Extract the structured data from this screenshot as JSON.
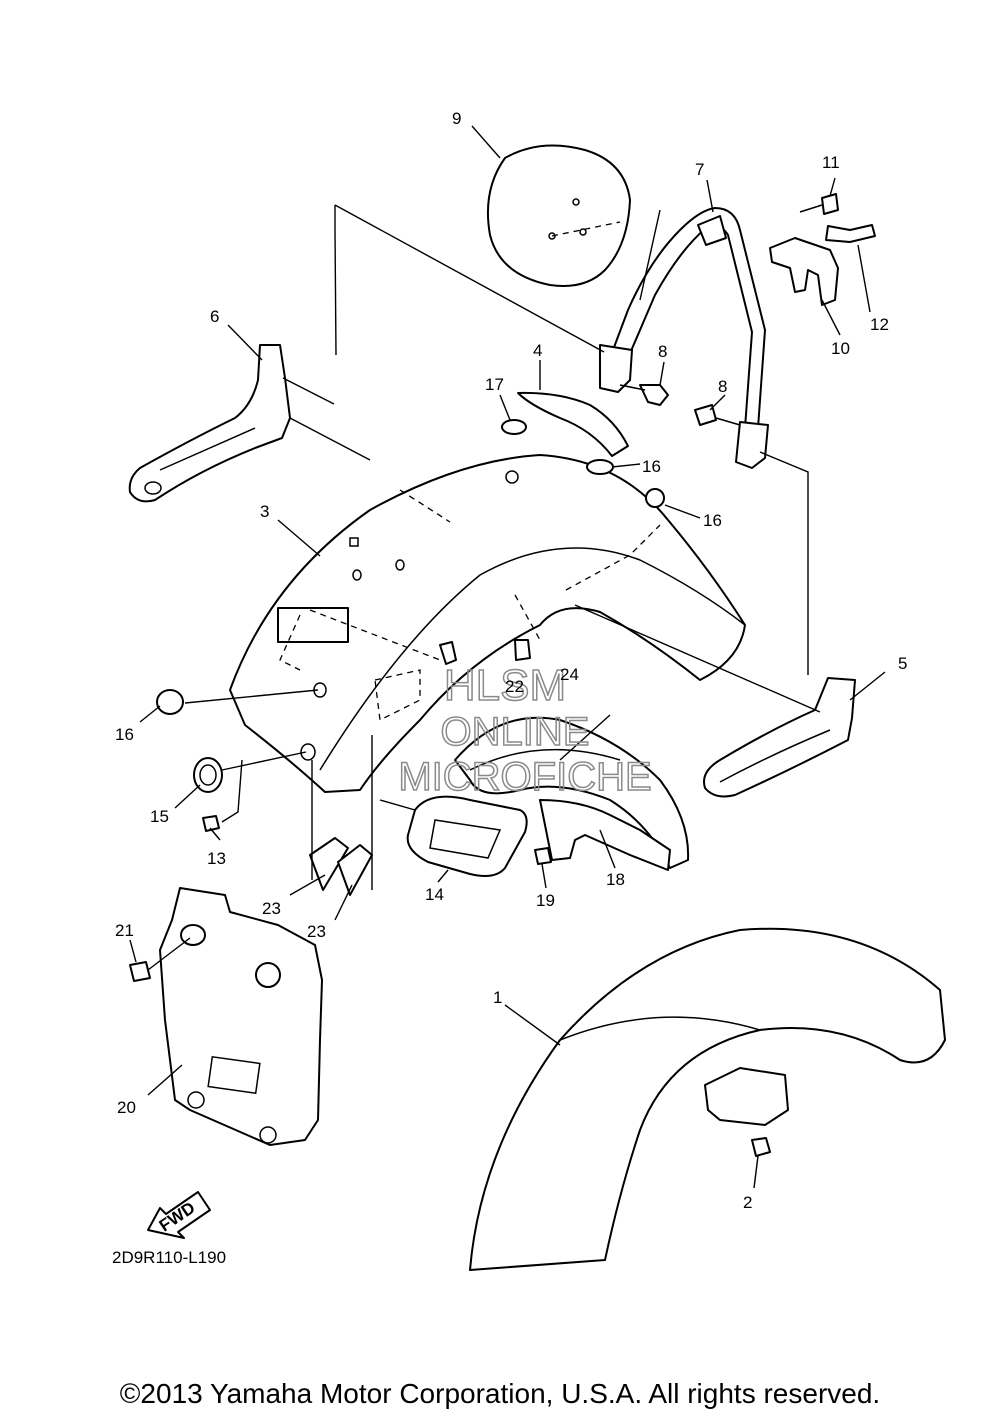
{
  "callouts": [
    "1",
    "2",
    "3",
    "4",
    "5",
    "6",
    "7",
    "8",
    "8",
    "9",
    "10",
    "11",
    "12",
    "13",
    "14",
    "15",
    "16",
    "16",
    "16",
    "17",
    "18",
    "19",
    "20",
    "21",
    "22",
    "23",
    "23",
    "24"
  ],
  "watermark": {
    "line1": "HLSM",
    "line2": "ONLINE",
    "line3": "MICROFICHE"
  },
  "fwd_label": "FWD",
  "diagram_code": "2D9R110-L190",
  "copyright": "©2013 Yamaha Motor Corporation, U.S.A. All rights reserved."
}
